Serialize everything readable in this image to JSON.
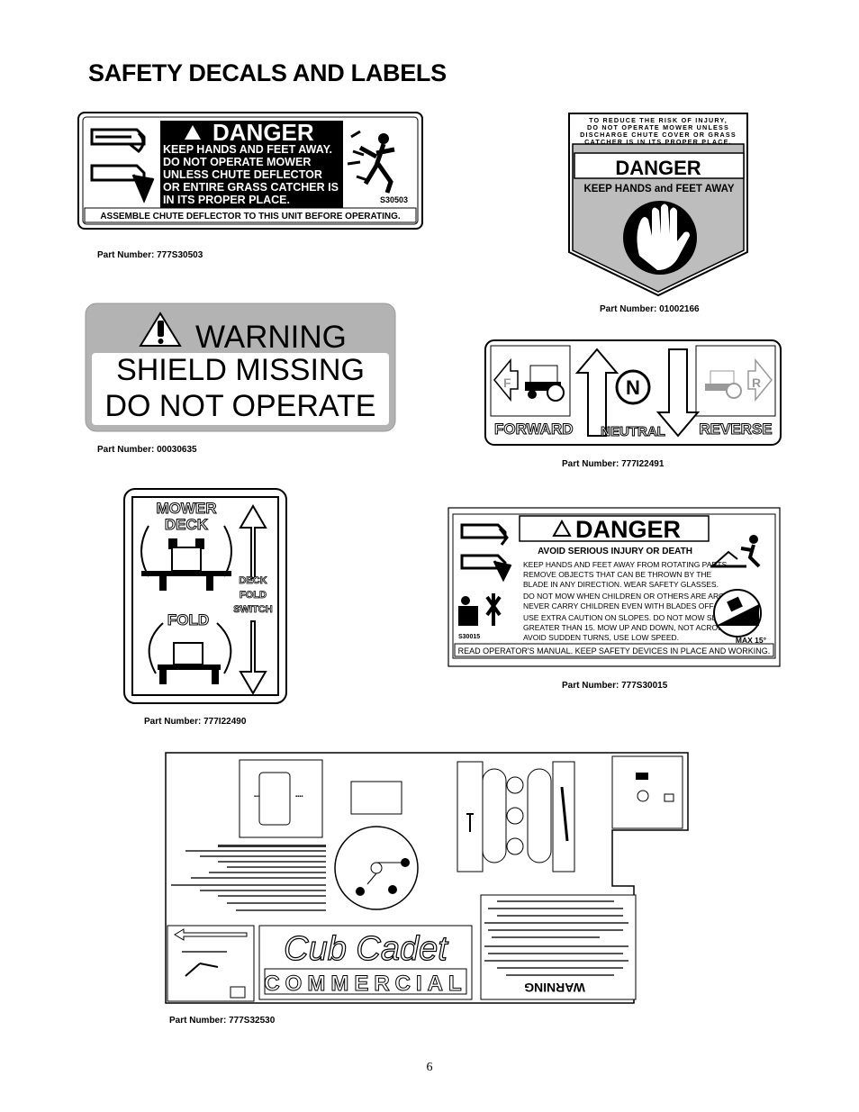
{
  "title": "SAFETY DECALS AND LABELS",
  "page_number": "6",
  "decal1": {
    "heading": "DANGER",
    "lines": [
      "KEEP HANDS AND FEET AWAY.",
      "DO NOT OPERATE  MOWER",
      "UNLESS CHUTE DEFLECTOR",
      "OR ENTIRE GRASS CATCHER IS",
      "IN ITS PROPER PLACE."
    ],
    "code": "S30503",
    "footer": "ASSEMBLE CHUTE DEFLECTOR TO THIS UNIT BEFORE OPERATING.",
    "part_number": "Part Number: 777S30503"
  },
  "decal2": {
    "top_lines": [
      "TO REDUCE THE RISK OF INJURY,",
      "DO NOT OPERATE MOWER UNLESS",
      "DISCHARGE CHUTE COVER OR GRASS",
      "CATCHER IS IN ITS PROPER PLACE."
    ],
    "heading": "DANGER",
    "subheading": "KEEP HANDS and FEET AWAY",
    "part_number": "Part Number: 01002166"
  },
  "decal3": {
    "heading": "WARNING",
    "line1": "SHIELD MISSING",
    "line2": "DO NOT OPERATE",
    "part_number": "Part Number: 00030635"
  },
  "decal4": {
    "forward": "FORWARD",
    "neutral": "NEUTRAL",
    "reverse": "REVERSE",
    "f": "F",
    "n": "N",
    "r": "R",
    "part_number": "Part Number: 777I22491"
  },
  "decal5": {
    "mower": "MOWER",
    "deck": "DECK",
    "fold": "FOLD",
    "switch_lines": [
      "DECK",
      "FOLD",
      "SWITCH"
    ],
    "part_number": "Part Number: 777I22490"
  },
  "decal6": {
    "heading": "DANGER",
    "subheading": "AVOID SERIOUS INJURY OR DEATH",
    "lines": [
      "KEEP HANDS AND FEET AWAY FROM ROTATING PARTS.",
      "REMOVE OBJECTS THAT CAN BE THROWN BY THE",
      "BLADE IN ANY DIRECTION. WEAR SAFETY GLASSES.",
      "DO NOT MOW WHEN CHILDREN OR OTHERS ARE AROUND.",
      "NEVER CARRY CHILDREN EVEN WITH BLADES OFF.",
      "USE EXTRA CAUTION ON SLOPES. DO NOT MOW SLOPES",
      "GREATER THAN 15. MOW UP AND DOWN, NOT ACROSS.",
      "AVOID SUDDEN TURNS, USE LOW SPEED."
    ],
    "code": "S30015",
    "max": "MAX 15°",
    "footer": "READ OPERATOR'S MANUAL.  KEEP SAFETY DEVICES IN PLACE AND WORKING.",
    "part_number": "Part Number: 777S30015"
  },
  "decal7": {
    "brand": "Cub Cadet",
    "sub": "COMMERCIAL",
    "warning": "WARNING",
    "part_number": "Part Number: 777S32530"
  }
}
